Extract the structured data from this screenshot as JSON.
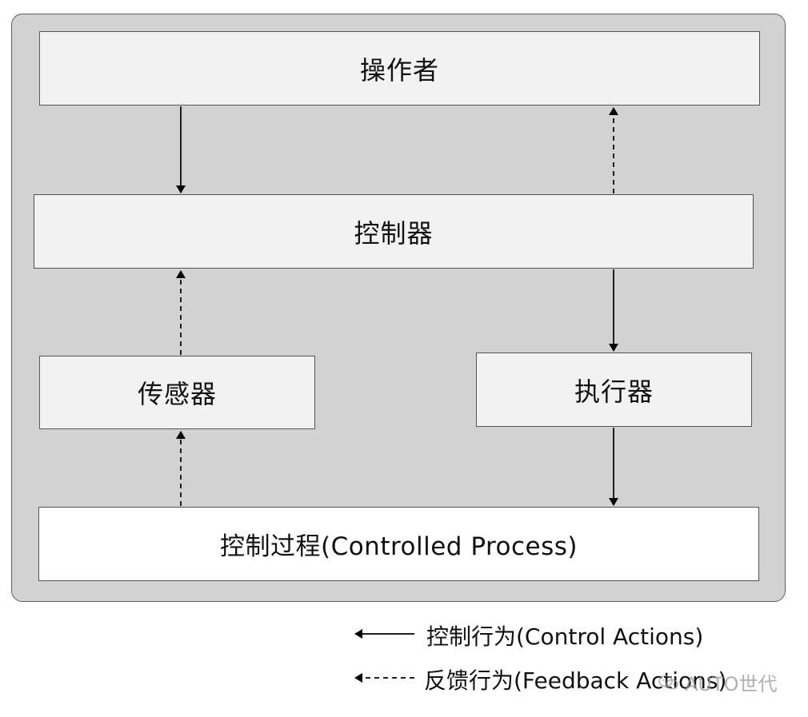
{
  "nodes": {
    "operator": "操作者",
    "controller": "控制器",
    "sensor": "传感器",
    "actuator": "执行器",
    "process": "控制过程(Controlled Process)"
  },
  "legend": {
    "control": "控制行为(Control Actions)",
    "feedback": "反馈行为(Feedback Actions)"
  },
  "watermark": {
    "text": "AUTO世代",
    "icon": "wechat-icon"
  },
  "colors": {
    "frame": "#d3d2d3",
    "box": "#f2f2f2",
    "process": "#ffffff",
    "line": "#000000"
  }
}
